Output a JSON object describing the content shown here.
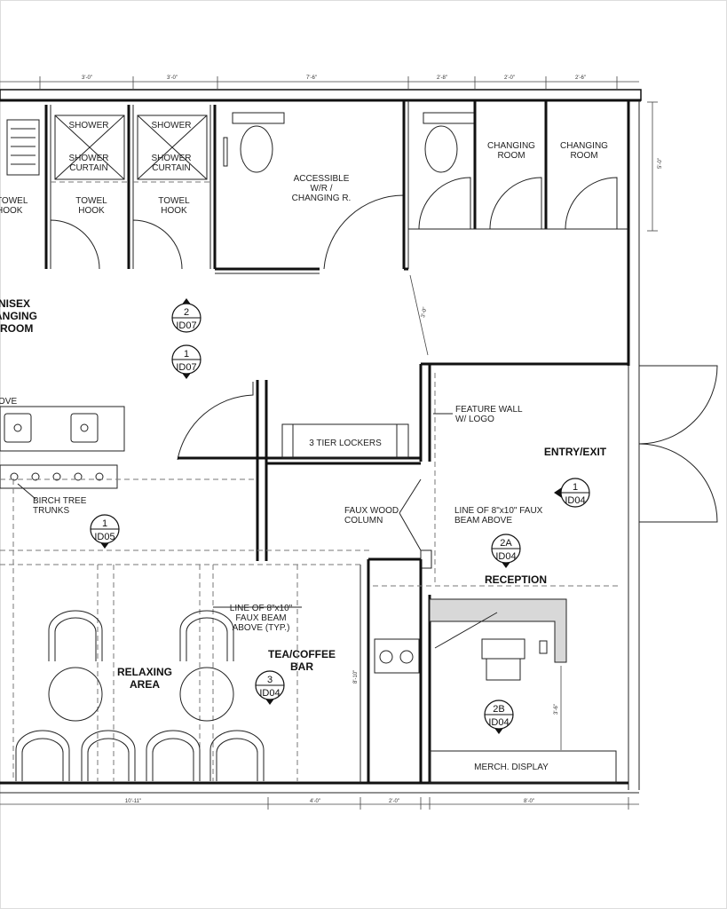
{
  "dimensions": {
    "top": [
      "3'-0\"",
      "3'-0\"",
      "7'-6\"",
      "2'-8\"",
      "2'-0\"",
      "2'-6\""
    ],
    "bottom": [
      "10'-11\"",
      "4'-0\"",
      "2'-0\"",
      "8'-0\""
    ],
    "right": "5'-0\"",
    "corridor": "3'-0\"",
    "bar": "8'-10\"",
    "reception": "3'-6\""
  },
  "labels": {
    "shower": "SHOWER",
    "shower_curtain_1": "SHOWER",
    "shower_curtain_2": "CURTAIN",
    "towel": "TOWEL",
    "hook": "HOOK",
    "towel_cut": "TOWEL",
    "hook_cut": "HOOK",
    "changing": "CHANGING",
    "room": "ROOM",
    "accessible_1": "ACCESSIBLE",
    "accessible_2": "W/R /",
    "accessible_3": "CHANGING R.",
    "unisex_1": "NISEX",
    "unisex_2": "ANGING",
    "unisex_3": "ROOM",
    "stove": "OVE",
    "lockers": "3 TIER LOCKERS",
    "feature_wall_1": "FEATURE WALL",
    "feature_wall_2": "W/ LOGO",
    "entry_exit": "ENTRY/EXIT",
    "birch_1": "BIRCH TREE",
    "birch_2": "TRUNKS",
    "faux_column_1": "FAUX WOOD",
    "faux_column_2": "COLUMN",
    "beam_1": "LINE OF 8\"x10\" FAUX",
    "beam_2": "BEAM ABOVE",
    "reception": "RECEPTION",
    "beam_typ_1": "LINE OF 8\"x10\"",
    "beam_typ_2": "FAUX BEAM",
    "beam_typ_3": "ABOVE (TYP.)",
    "tea_1": "TEA/COFFEE",
    "tea_2": "BAR",
    "relaxing_1": "RELAXING",
    "relaxing_2": "AREA",
    "merch": "MERCH. DISPLAY"
  },
  "tags": [
    {
      "num": "2",
      "ref": "ID07"
    },
    {
      "num": "1",
      "ref": "ID07"
    },
    {
      "num": "1",
      "ref": "ID04"
    },
    {
      "num": "1",
      "ref": "ID05"
    },
    {
      "num": "2A",
      "ref": "ID04"
    },
    {
      "num": "3",
      "ref": "ID04"
    },
    {
      "num": "2B",
      "ref": "ID04"
    }
  ]
}
